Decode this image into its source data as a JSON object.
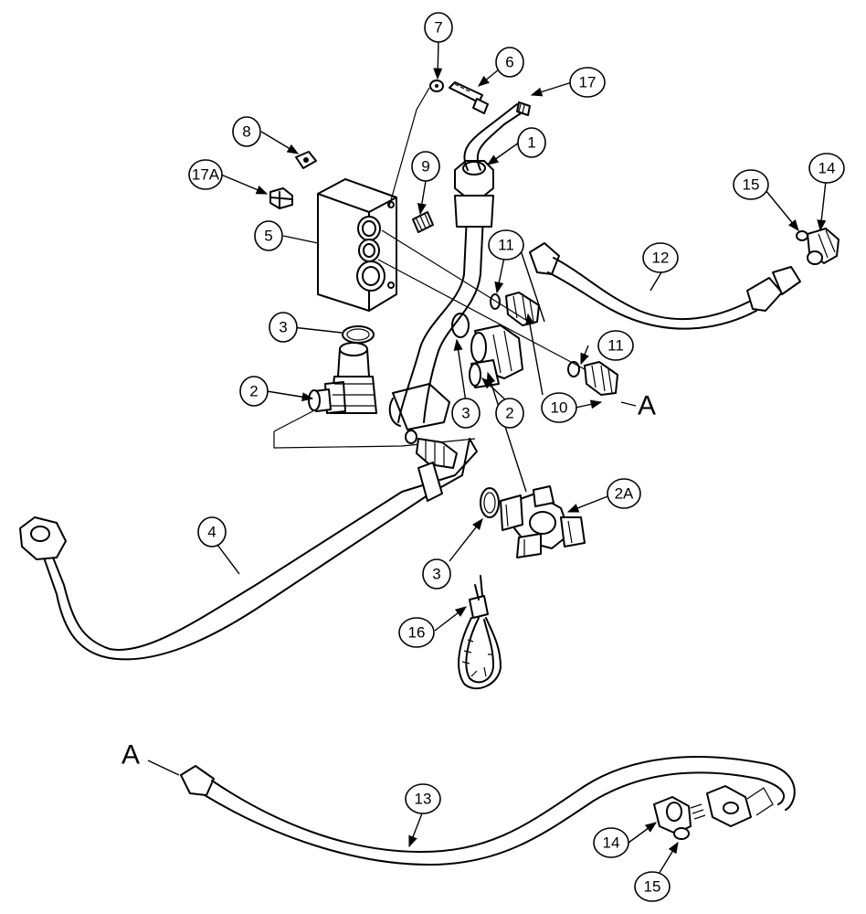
{
  "callouts": {
    "c7": "7",
    "c6": "6",
    "c17": "17",
    "c8": "8",
    "c1": "1",
    "c17a": "17A",
    "c9": "9",
    "c15_top": "15",
    "c14_top": "14",
    "c5": "5",
    "c11_upper": "11",
    "c12": "12",
    "c3_left": "3",
    "c11_lower": "11",
    "c2_left": "2",
    "c3_mid": "3",
    "c2_mid": "2",
    "c10": "10",
    "c2a": "2A",
    "c4": "4",
    "c3_low": "3",
    "c16": "16",
    "c13": "13",
    "c14_bottom": "14",
    "c15_bottom": "15"
  },
  "reference_letters": {
    "a_upper": "A",
    "a_lower": "A"
  },
  "colors": {
    "line": "#000000",
    "background": "#ffffff"
  }
}
